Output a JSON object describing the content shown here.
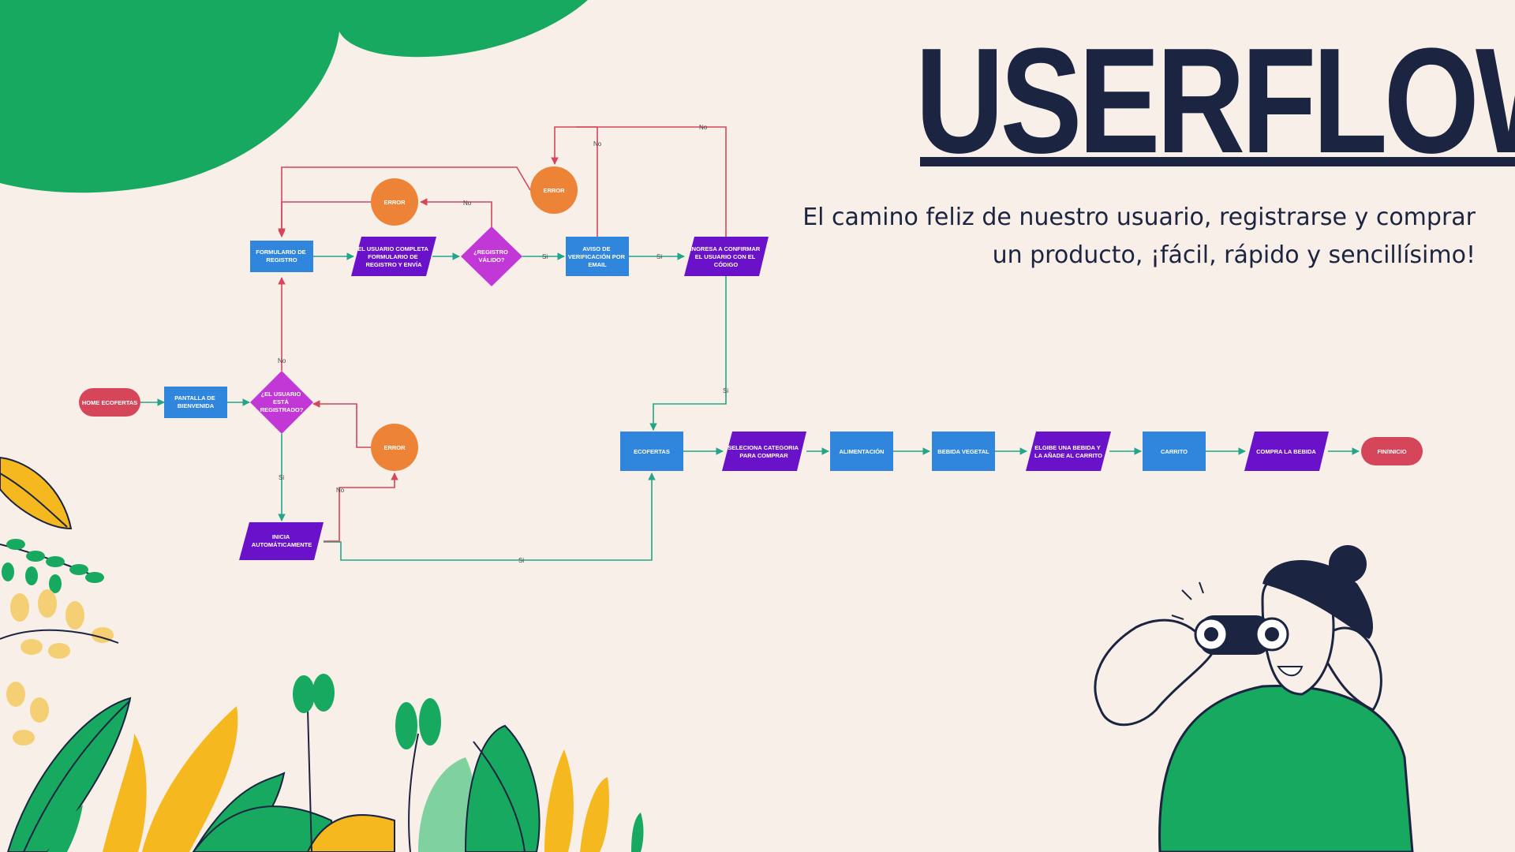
{
  "header": {
    "title": "USERFLOW",
    "subtitle_line1": "El camino feliz de nuestro usuario, registrarse y comprar",
    "subtitle_line2": "un producto, ¡fácil, rápido y sencillísimo!"
  },
  "flow": {
    "nodes": {
      "home": [
        "HOME ECOFERTAS"
      ],
      "bienvenida": [
        "PANTALLA DE",
        "BIENVENIDA"
      ],
      "registrado": [
        "¿EL USUARIO",
        "ESTÁ",
        "REGISTRADO?"
      ],
      "formulario": [
        "FORMULARIO DE",
        "REGISTRO"
      ],
      "completa": [
        "EL USUARIO COMPLETA",
        "FORMULARIO DE",
        "REGISTRO  Y ENVÍA"
      ],
      "valido": [
        "¿REGISTRO",
        "VÁLIDO?"
      ],
      "aviso": [
        "AVISO DE",
        "VERIFICACIÓN POR",
        "EMAIL"
      ],
      "ingresa": [
        "INGRESA A CONFIRMAR",
        "EL  USUARIO CON EL",
        "CÓDIGO"
      ],
      "error_top": [
        "ERROR"
      ],
      "error_top_right": [
        "ERROR"
      ],
      "error_mid": [
        "ERROR"
      ],
      "inicia": [
        "INICIA",
        "AUTOMÁTICAMENTE"
      ],
      "ecofertas": [
        "ECOFERTAS"
      ],
      "categoria": [
        "SELECIONA CATEGORIA",
        "PARA COMPRAR"
      ],
      "alimentacion": [
        "ALIMENTACIÓN"
      ],
      "bebida_vegetal": [
        "BEBIDA VEGETAL"
      ],
      "elige": [
        "ELGIBE UNA BEBIDA Y",
        "LA AÑADE AL CARRITO"
      ],
      "carrito": [
        "CARRITO"
      ],
      "compra": [
        "COMPRA LA BEBIDA"
      ],
      "fin": [
        "FIN/INICIO"
      ]
    },
    "labels": {
      "si": "Si",
      "no": "No"
    },
    "colors": {
      "process": "#2f86dc",
      "io": "#6a12c9",
      "decision": "#c138d6",
      "error": "#ec8336",
      "terminal": "#d6465b",
      "yes_edge": "#22a58a",
      "no_edge": "#d6465b",
      "title": "#1b2440",
      "brand_green": "#17a95f",
      "accent_yellow": "#f5b81f"
    }
  }
}
